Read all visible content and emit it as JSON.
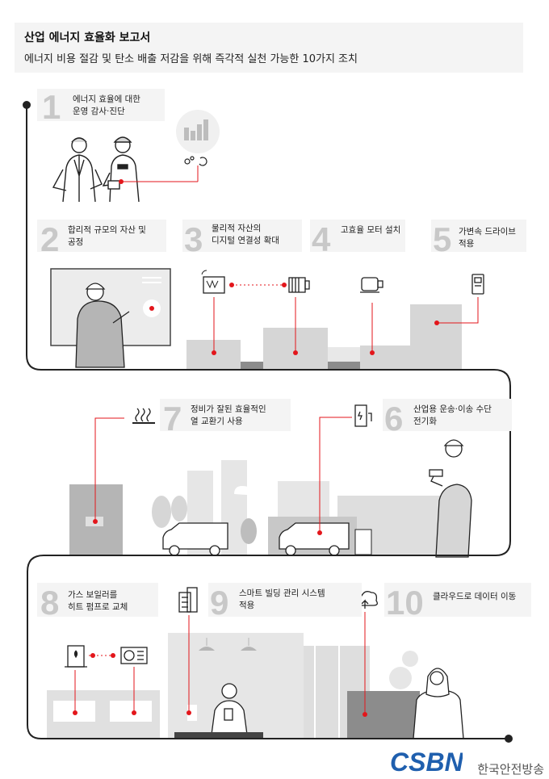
{
  "header": {
    "title": "산업 에너지 효율화 보고서",
    "subtitle": "에너지 비용 절감 및 탄소 배출 저감을 위해 즉각적 실천 가능한 10가지 조치"
  },
  "steps": [
    {
      "num": "1",
      "label1": "에너지 효율에 대한",
      "label2": "운영 감사·진단"
    },
    {
      "num": "2",
      "label1": "합리적 규모의 자산 및",
      "label2": "공정"
    },
    {
      "num": "3",
      "label1": "물리적 자산의",
      "label2": "디지털 연결성 확대"
    },
    {
      "num": "4",
      "label1": "고효율 모터 설치",
      "label2": ""
    },
    {
      "num": "5",
      "label1": "가변속 드라이브",
      "label2": "적용"
    },
    {
      "num": "6",
      "label1": "산업용 운송·이송 수단",
      "label2": "전기화"
    },
    {
      "num": "7",
      "label1": "정비가 잘된 효율적인",
      "label2": "열 교환기 사용"
    },
    {
      "num": "8",
      "label1": "가스 보일러를",
      "label2": "히트 펌프로 교체"
    },
    {
      "num": "9",
      "label1": "스마트 빌딩 관리 시스템",
      "label2": "적용"
    },
    {
      "num": "10",
      "label1": "클라우드로 데이터 이동",
      "label2": ""
    }
  ],
  "brand": {
    "logo": "CSBN",
    "name": "한국안전방송"
  },
  "colors": {
    "accent": "#e3161b",
    "line": "#222222",
    "fill": "#d6d6d6",
    "dark": "#8c8c8c"
  },
  "icons": [
    "chart-icon",
    "gear-icon",
    "refresh-icon",
    "wireless-motor-icon",
    "motor-icon",
    "efficient-motor-icon",
    "drive-icon",
    "heat-icon",
    "ev-charger-icon",
    "boiler-icon",
    "heat-pump-icon",
    "building-icon",
    "cloud-upload-icon"
  ]
}
